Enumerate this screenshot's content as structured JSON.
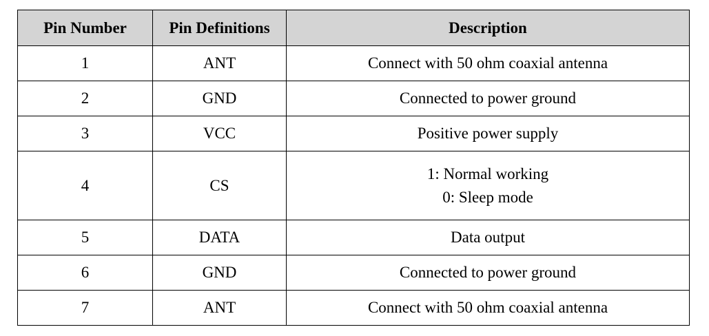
{
  "table": {
    "headers": [
      "Pin Number",
      "Pin Definitions",
      "Description"
    ],
    "rows": [
      {
        "pin": "1",
        "def": "ANT",
        "desc": [
          "Connect with 50 ohm coaxial antenna"
        ]
      },
      {
        "pin": "2",
        "def": "GND",
        "desc": [
          "Connected to power ground"
        ]
      },
      {
        "pin": "3",
        "def": "VCC",
        "desc": [
          "Positive power supply"
        ]
      },
      {
        "pin": "4",
        "def": "CS",
        "desc": [
          "1: Normal working",
          "0: Sleep mode"
        ]
      },
      {
        "pin": "5",
        "def": "DATA",
        "desc": [
          "Data output"
        ]
      },
      {
        "pin": "6",
        "def": "GND",
        "desc": [
          "Connected to power ground"
        ]
      },
      {
        "pin": "7",
        "def": "ANT",
        "desc": [
          "Connect with 50 ohm coaxial antenna"
        ]
      }
    ]
  }
}
